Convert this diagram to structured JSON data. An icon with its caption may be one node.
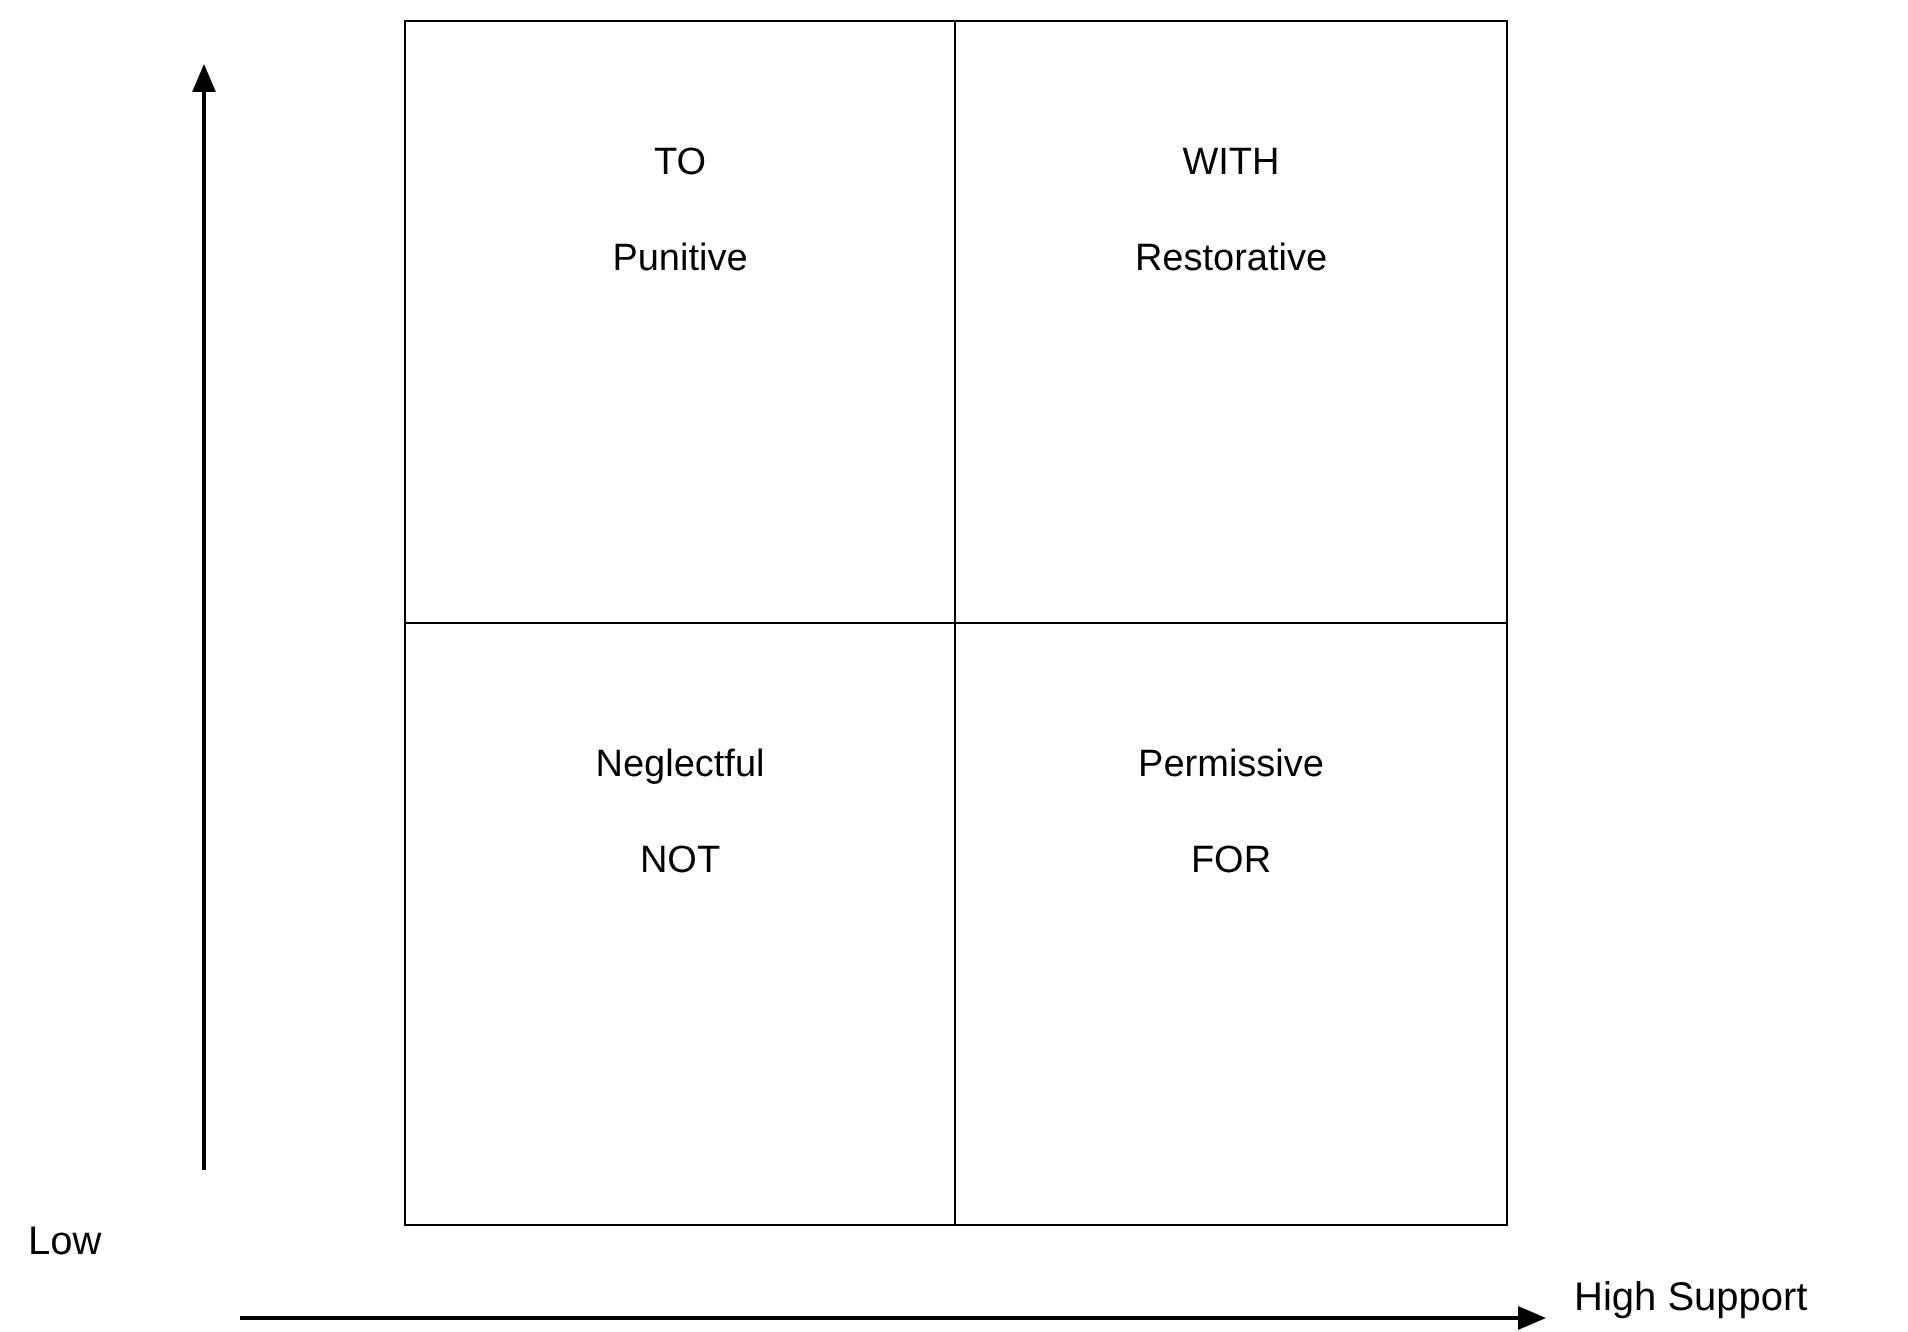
{
  "diagram": {
    "nodes": [
      {
        "text": [
          "TO",
          "Punitive"
        ]
      },
      {
        "text": [
          "WITH",
          "Restorative"
        ]
      },
      {
        "text": [
          "Neglectful",
          "NOT"
        ]
      },
      {
        "text": [
          "Permissive",
          "FOR"
        ]
      }
    ],
    "labels": [
      "Low",
      "High Support"
    ]
  }
}
